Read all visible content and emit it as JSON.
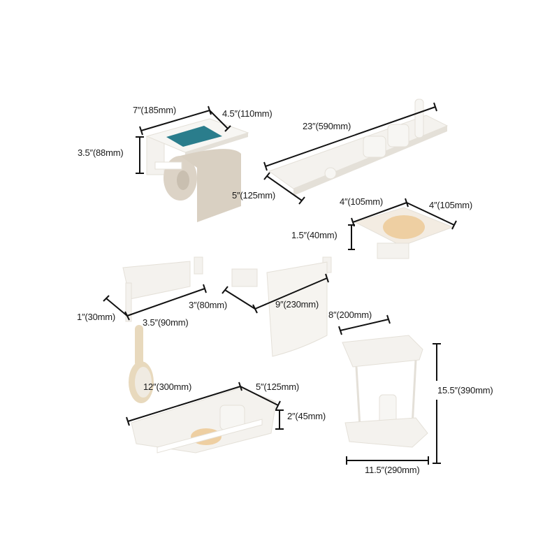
{
  "colors": {
    "product": "#f4f2ee",
    "product_shade": "#e4e0d8",
    "paper": "#dcd3c6",
    "soap": "#eecfa2",
    "line": "#111111",
    "brush": "#e8d9bd"
  },
  "labels": {
    "paper_holder_width": "7″(185mm)",
    "paper_holder_depth": "4.5″(110mm)",
    "paper_holder_height": "3.5″(88mm)",
    "shelf_length": "23″(590mm)",
    "shelf_depth": "5″(125mm)",
    "soap_dish_width": "4″(105mm)",
    "soap_dish_depth": "4″(105mm)",
    "soap_dish_height": "1.5″(40mm)",
    "hook_length": "3″(80mm)",
    "hook_width": "1″(30mm)",
    "hook_height": "3.5″(90mm)",
    "towel_bar_length": "9″(230mm)",
    "corner_shelf_depth": "8″(200mm)",
    "basket_length": "12″(300mm)",
    "basket_depth": "5″(125mm)",
    "basket_height": "2″(45mm)",
    "corner_shelf_height": "15.5″(390mm)",
    "corner_shelf_width": "11.5″(290mm)"
  }
}
